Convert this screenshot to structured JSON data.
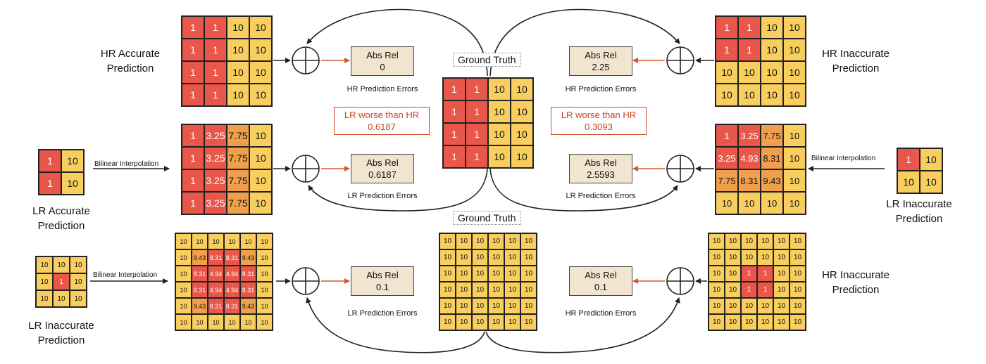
{
  "colors": {
    "red": "#e8574a",
    "yellow": "#f8cf5e",
    "orange": "#f0a04c",
    "arrow_red": "#d9552c",
    "wire": "#222222"
  },
  "labels": {
    "hr_accurate": "HR Accurate\nPrediction",
    "hr_inaccurate_top": "HR Inaccurate\nPrediction",
    "lr_accurate": "LR Accurate\nPrediction",
    "lr_inaccurate_mid": "LR Inaccurate\nPrediction",
    "lr_inaccurate_bot": "LR Inaccurate\nPrediction",
    "hr_inaccurate_bot": "HR Inaccurate\nPrediction",
    "ground_truth_top": "Ground Truth",
    "ground_truth_bot": "Ground Truth",
    "bilinear": "Bilinear Interpolation",
    "hr_pred_errors": "HR Prediction Errors",
    "lr_pred_errors": "LR Prediction Errors",
    "abs_rel": "Abs Rel",
    "lr_worse_than_hr": "LR worse than HR"
  },
  "metrics": {
    "hr_acc_abs_rel": "0",
    "hr_inacc_abs_rel": "2.25",
    "lr_acc_abs_rel": "0.6187",
    "lr_inacc_abs_rel": "2.5593",
    "worse_left": "0.6187",
    "worse_right": "0.3093",
    "bot_left_abs_rel": "0.1",
    "bot_right_abs_rel": "0.1"
  },
  "grids": {
    "hr_accurate": [
      [
        "1",
        "1",
        "10",
        "10"
      ],
      [
        "1",
        "1",
        "10",
        "10"
      ],
      [
        "1",
        "1",
        "10",
        "10"
      ],
      [
        "1",
        "1",
        "10",
        "10"
      ]
    ],
    "hr_accurate_colors": [
      [
        "r",
        "r",
        "y",
        "y"
      ],
      [
        "r",
        "r",
        "y",
        "y"
      ],
      [
        "r",
        "r",
        "y",
        "y"
      ],
      [
        "r",
        "r",
        "y",
        "y"
      ]
    ],
    "lr_acc_upsampled": [
      [
        "1",
        "3.25",
        "7.75",
        "10"
      ],
      [
        "1",
        "3.25",
        "7.75",
        "10"
      ],
      [
        "1",
        "3.25",
        "7.75",
        "10"
      ],
      [
        "1",
        "3.25",
        "7.75",
        "10"
      ]
    ],
    "lr_acc_upsampled_colors": [
      [
        "r",
        "r",
        "o",
        "y"
      ],
      [
        "r",
        "r",
        "o",
        "y"
      ],
      [
        "r",
        "r",
        "o",
        "y"
      ],
      [
        "r",
        "r",
        "o",
        "y"
      ]
    ],
    "lr_accurate": [
      [
        "1",
        "10"
      ],
      [
        "1",
        "10"
      ]
    ],
    "lr_accurate_colors": [
      [
        "r",
        "y"
      ],
      [
        "r",
        "y"
      ]
    ],
    "ground_truth_4": [
      [
        "1",
        "1",
        "10",
        "10"
      ],
      [
        "1",
        "1",
        "10",
        "10"
      ],
      [
        "1",
        "1",
        "10",
        "10"
      ],
      [
        "1",
        "1",
        "10",
        "10"
      ]
    ],
    "ground_truth_4_colors": [
      [
        "r",
        "r",
        "y",
        "y"
      ],
      [
        "r",
        "r",
        "y",
        "y"
      ],
      [
        "r",
        "r",
        "y",
        "y"
      ],
      [
        "r",
        "r",
        "y",
        "y"
      ]
    ],
    "hr_inaccurate_top": [
      [
        "1",
        "1",
        "10",
        "10"
      ],
      [
        "1",
        "1",
        "10",
        "10"
      ],
      [
        "10",
        "10",
        "10",
        "10"
      ],
      [
        "10",
        "10",
        "10",
        "10"
      ]
    ],
    "hr_inaccurate_top_colors": [
      [
        "r",
        "r",
        "y",
        "y"
      ],
      [
        "r",
        "r",
        "y",
        "y"
      ],
      [
        "y",
        "y",
        "y",
        "y"
      ],
      [
        "y",
        "y",
        "y",
        "y"
      ]
    ],
    "lr_inacc_upsampled": [
      [
        "1",
        "3.25",
        "7.75",
        "10"
      ],
      [
        "3.25",
        "4.93",
        "8.31",
        "10"
      ],
      [
        "7.75",
        "8.31",
        "9.43",
        "10"
      ],
      [
        "10",
        "10",
        "10",
        "10"
      ]
    ],
    "lr_inacc_upsampled_colors": [
      [
        "r",
        "r",
        "o",
        "y"
      ],
      [
        "r",
        "r",
        "o",
        "y"
      ],
      [
        "o",
        "o",
        "o",
        "y"
      ],
      [
        "y",
        "y",
        "y",
        "y"
      ]
    ],
    "lr_inaccurate_mid": [
      [
        "1",
        "10"
      ],
      [
        "10",
        "10"
      ]
    ],
    "lr_inaccurate_mid_colors": [
      [
        "r",
        "y"
      ],
      [
        "y",
        "y"
      ]
    ],
    "lr_inaccurate_bot": [
      [
        "10",
        "10",
        "10"
      ],
      [
        "10",
        "1",
        "10"
      ],
      [
        "10",
        "10",
        "10"
      ]
    ],
    "lr_inaccurate_bot_colors": [
      [
        "y",
        "y",
        "y"
      ],
      [
        "y",
        "r",
        "y"
      ],
      [
        "y",
        "y",
        "y"
      ]
    ],
    "lr_bot_upsampled": [
      [
        "10",
        "10",
        "10",
        "10",
        "10",
        "10"
      ],
      [
        "10",
        "9.43",
        "8.31",
        "8.31",
        "9.43",
        "10"
      ],
      [
        "10",
        "8.31",
        "4.94",
        "4.94",
        "8.31",
        "10"
      ],
      [
        "10",
        "8.31",
        "4.94",
        "4.94",
        "8.31",
        "10"
      ],
      [
        "10",
        "9.43",
        "8.31",
        "8.31",
        "9.43",
        "10"
      ],
      [
        "10",
        "10",
        "10",
        "10",
        "10",
        "10"
      ]
    ],
    "lr_bot_upsampled_colors": [
      [
        "y",
        "y",
        "y",
        "y",
        "y",
        "y"
      ],
      [
        "y",
        "o",
        "r",
        "r",
        "o",
        "y"
      ],
      [
        "y",
        "r",
        "r",
        "r",
        "r",
        "y"
      ],
      [
        "y",
        "r",
        "r",
        "r",
        "r",
        "y"
      ],
      [
        "y",
        "o",
        "r",
        "r",
        "o",
        "y"
      ],
      [
        "y",
        "y",
        "y",
        "y",
        "y",
        "y"
      ]
    ],
    "ground_truth_6": [
      [
        "10",
        "10",
        "10",
        "10",
        "10",
        "10"
      ],
      [
        "10",
        "10",
        "10",
        "10",
        "10",
        "10"
      ],
      [
        "10",
        "10",
        "10",
        "10",
        "10",
        "10"
      ],
      [
        "10",
        "10",
        "10",
        "10",
        "10",
        "10"
      ],
      [
        "10",
        "10",
        "10",
        "10",
        "10",
        "10"
      ],
      [
        "10",
        "10",
        "10",
        "10",
        "10",
        "10"
      ]
    ],
    "ground_truth_6_colors": [
      [
        "y",
        "y",
        "y",
        "y",
        "y",
        "y"
      ],
      [
        "y",
        "y",
        "y",
        "y",
        "y",
        "y"
      ],
      [
        "y",
        "y",
        "y",
        "y",
        "y",
        "y"
      ],
      [
        "y",
        "y",
        "y",
        "y",
        "y",
        "y"
      ],
      [
        "y",
        "y",
        "y",
        "y",
        "y",
        "y"
      ],
      [
        "y",
        "y",
        "y",
        "y",
        "y",
        "y"
      ]
    ],
    "hr_inaccurate_bot": [
      [
        "10",
        "10",
        "10",
        "10",
        "10",
        "10"
      ],
      [
        "10",
        "10",
        "10",
        "10",
        "10",
        "10"
      ],
      [
        "10",
        "10",
        "1",
        "1",
        "10",
        "10"
      ],
      [
        "10",
        "10",
        "1",
        "1",
        "10",
        "10"
      ],
      [
        "10",
        "10",
        "10",
        "10",
        "10",
        "10"
      ],
      [
        "10",
        "10",
        "10",
        "10",
        "10",
        "10"
      ]
    ],
    "hr_inaccurate_bot_colors": [
      [
        "y",
        "y",
        "y",
        "y",
        "y",
        "y"
      ],
      [
        "y",
        "y",
        "y",
        "y",
        "y",
        "y"
      ],
      [
        "y",
        "y",
        "r",
        "r",
        "y",
        "y"
      ],
      [
        "y",
        "y",
        "r",
        "r",
        "y",
        "y"
      ],
      [
        "y",
        "y",
        "y",
        "y",
        "y",
        "y"
      ],
      [
        "y",
        "y",
        "y",
        "y",
        "y",
        "y"
      ]
    ]
  }
}
